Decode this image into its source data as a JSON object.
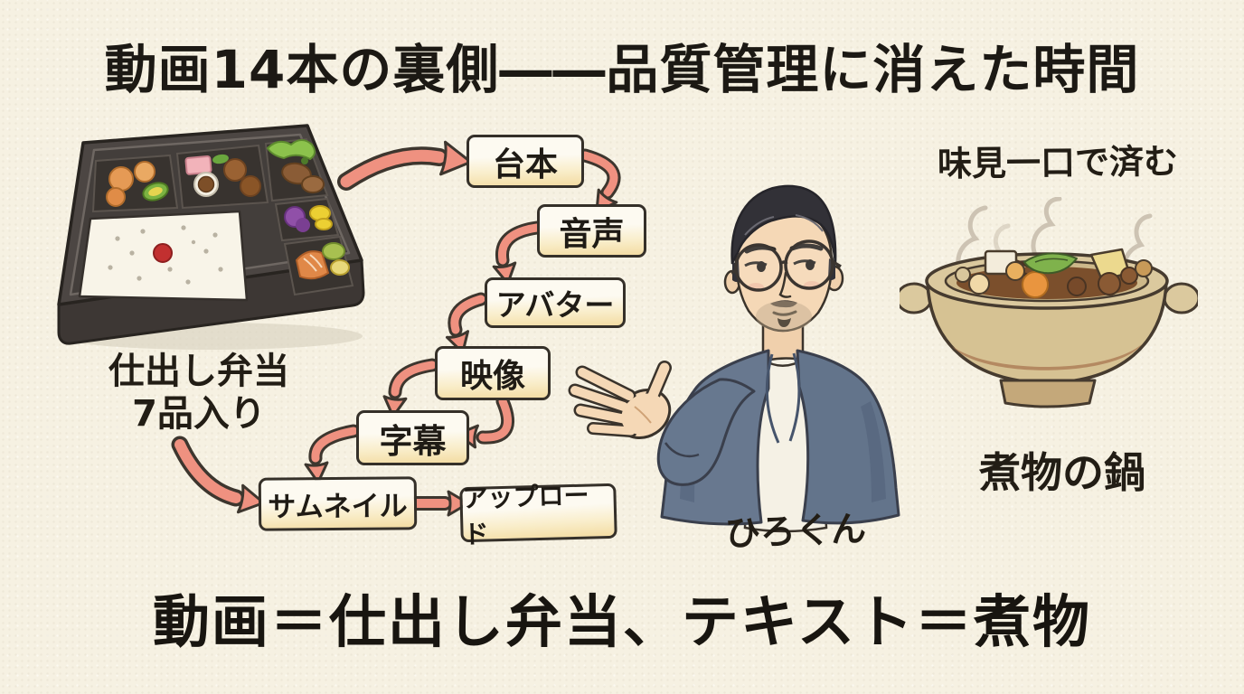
{
  "title": "動画14本の裏側――品質管理に消えた時間",
  "bento": {
    "caption_line1": "仕出し弁当",
    "caption_line2": "7品入り"
  },
  "workflow_steps": [
    "台本",
    "音声",
    "アバター",
    "映像",
    "字幕",
    "サムネイル",
    "アップロード"
  ],
  "presenter": {
    "name": "ひろくん"
  },
  "pot": {
    "caption_top": "味見一口で済む",
    "caption_bottom": "煮物の鍋"
  },
  "footer": {
    "equation": "動画＝仕出し弁当、テキスト＝煮物"
  },
  "colors": {
    "background": "#f6f1e2",
    "ink": "#211d17",
    "arrow_fill": "#ef9180",
    "arrow_outline": "#3d362e",
    "box_fill_top": "#fdfaf1",
    "box_fill_bottom": "#f3dca3",
    "box_border": "#353029",
    "rice_umeboshi": "#c23030",
    "pot_clay": "#d9c79c",
    "jacket": "#68788f"
  },
  "illustrations": {
    "left": "bento-box-7-items",
    "center": "presenter-man-with-glasses",
    "right": "steaming-clay-pot"
  }
}
